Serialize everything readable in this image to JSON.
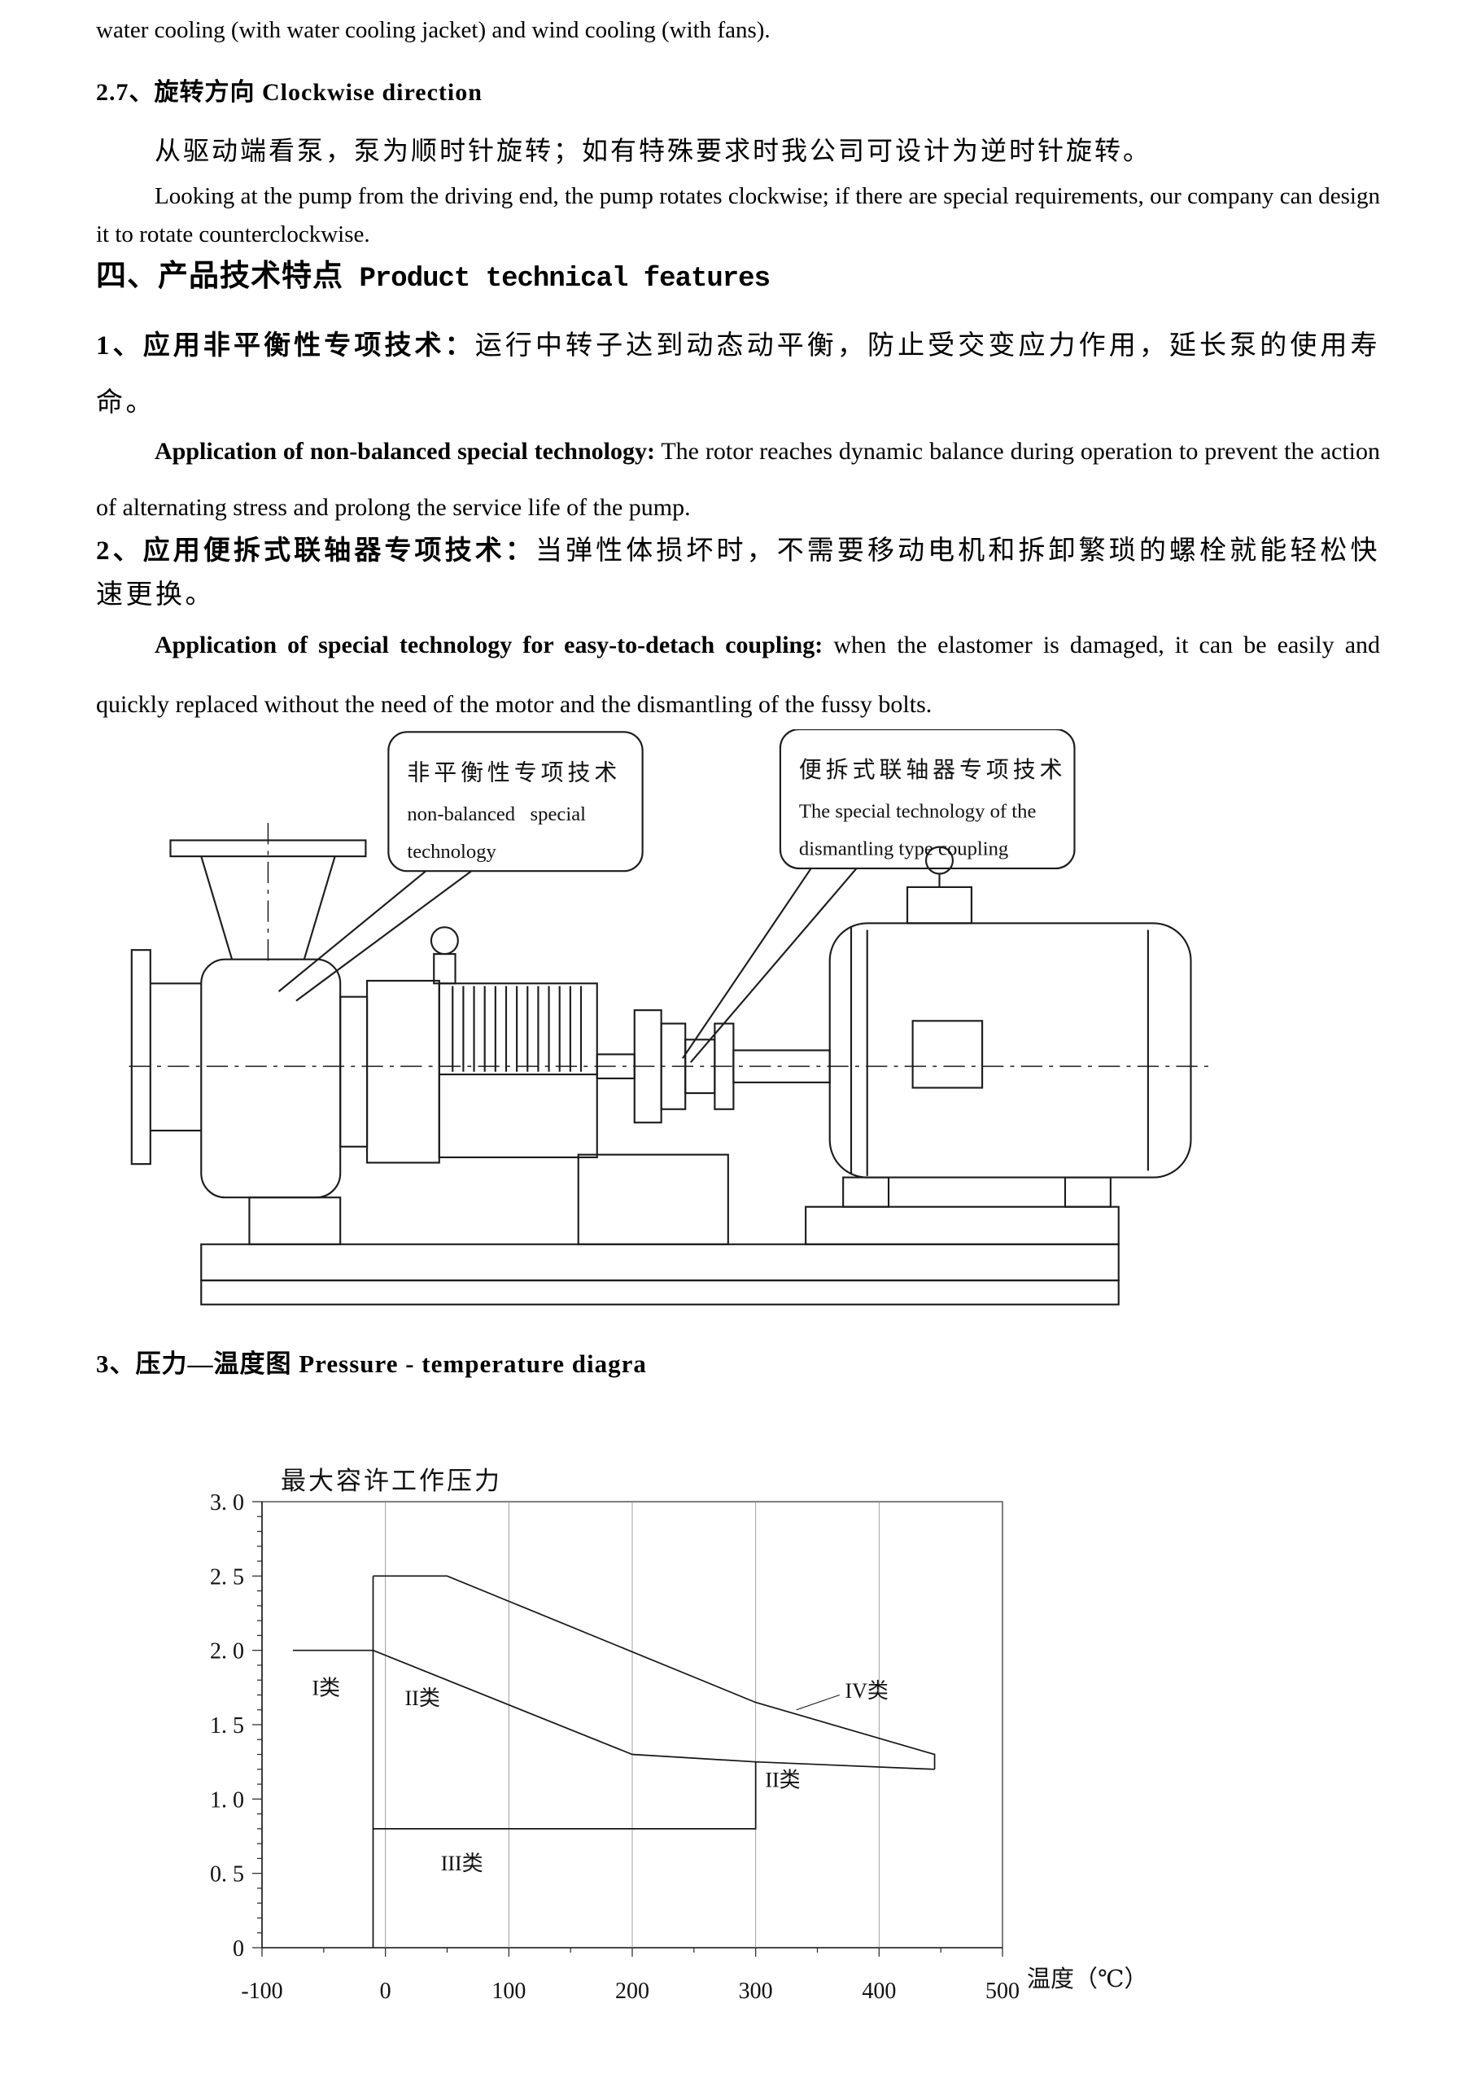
{
  "doc": {
    "intro": "water cooling (with water cooling jacket) and wind cooling (with fans).",
    "s27_heading": "2.7、旋转方向  Clockwise direction",
    "s27_cn": "从驱动端看泵，泵为顺时针旋转；如有特殊要求时我公司可设计为逆时针旋转。",
    "s27_en": "Looking at the pump from the driving end, the pump rotates clockwise; if there are special requirements, our company can design it to rotate counterclockwise.",
    "s4_heading_cn": "四、产品技术特点",
    "s4_heading_en": "Product technical features",
    "item1_lead": "1、应用非平衡性专项技术：",
    "item1_body": "运行中转子达到动态动平衡，防止受交变应力作用，延长泵的使用寿命。",
    "item1_en_lead": "Application of non-balanced special technology:",
    "item1_en_body": " The rotor reaches dynamic balance during operation to prevent the action of alternating stress and prolong the service life of the pump.",
    "item2_lead": "2、应用便拆式联轴器专项技术：",
    "item2_body": "当弹性体损坏时，不需要移动电机和拆卸繁琐的螺栓就能轻松快速更换。",
    "item2_en_lead": "Application of special technology for easy-to-detach coupling:",
    "item2_en_body": " when the elastomer is damaged, it can be easily and quickly replaced without the need of the motor and the dismantling of the fussy bolts.",
    "s3_heading": "3、压力—温度图  Pressure - temperature diagra"
  },
  "diagram": {
    "callout_left_line1": "非平衡性专项技术",
    "callout_left_line2": "non-balanced   special",
    "callout_left_line3": "technology",
    "callout_right_line1": "便拆式联轴器专项技术",
    "callout_right_line2": "The special technology of the",
    "callout_right_line3": "dismantling type coupling"
  },
  "chart_data": {
    "type": "line",
    "title": "最大容许工作压力",
    "xlabel": "温度（℃）",
    "ylabel": "",
    "xlim": [
      -100,
      500
    ],
    "ylim": [
      0,
      3.0
    ],
    "xticks": [
      -100,
      0,
      100,
      200,
      300,
      400,
      500
    ],
    "xtick_labels": [
      "-100",
      "0",
      "100",
      "200",
      "300",
      "400",
      "500"
    ],
    "yticks": [
      0,
      0.5,
      1,
      1.5,
      2,
      2.5,
      3
    ],
    "ytick_labels": [
      "0",
      "0. 5",
      "1. 0",
      "1. 5",
      "2. 0",
      "2. 5",
      "3. 0"
    ],
    "x_minor_step": 50,
    "y_minor_step": 0.1,
    "gridlines_x": [
      0,
      100,
      200,
      300,
      400
    ],
    "series": [
      {
        "name": "class-IV-upper-boundary",
        "points": [
          [
            -10,
            2.5
          ],
          [
            50,
            2.5
          ],
          [
            300,
            1.65
          ],
          [
            445,
            1.3
          ],
          [
            445,
            1.2
          ]
        ]
      },
      {
        "name": "class-II-boundary",
        "points": [
          [
            -10,
            2.0
          ],
          [
            200,
            1.3
          ],
          [
            300,
            1.25
          ],
          [
            445,
            1.2
          ]
        ]
      },
      {
        "name": "class-I-top",
        "points": [
          [
            -75,
            2.0
          ],
          [
            -10,
            2.0
          ]
        ]
      },
      {
        "name": "left-boundary",
        "points": [
          [
            -10,
            0
          ],
          [
            -10,
            2.5
          ]
        ]
      },
      {
        "name": "class-III-boundary",
        "points": [
          [
            -10,
            0.8
          ],
          [
            300,
            0.8
          ],
          [
            300,
            1.25
          ]
        ]
      }
    ],
    "region_labels": [
      {
        "text": "I类",
        "x": -48,
        "y": 1.75
      },
      {
        "text": "II类",
        "x": 30,
        "y": 1.68
      },
      {
        "text": "IV类",
        "x": 390,
        "y": 1.73,
        "leader": [
          [
            368,
            1.7
          ],
          [
            333,
            1.6
          ]
        ]
      },
      {
        "text": "II类",
        "x": 322,
        "y": 1.13
      },
      {
        "text": "III类",
        "x": 62,
        "y": 0.57
      }
    ]
  }
}
